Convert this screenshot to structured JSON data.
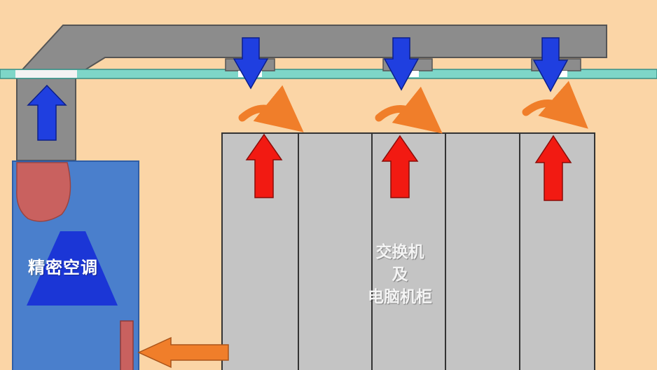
{
  "labels": {
    "ac_unit": "精密空调",
    "rack_line1": "交换机",
    "rack_line2": "及",
    "rack_line3": "电脑机柜"
  },
  "colors": {
    "background": "#fbd5a6",
    "duct": "#8c8c8c",
    "ceiling": "#7ed6c8",
    "ac_unit": "#4a7fcc",
    "fan": "#c9615f",
    "cabinet": "#c4c4c4",
    "cold_air": "#1f3fe0",
    "hot_air": "#f21a12",
    "circulation": "#f07e2a"
  }
}
